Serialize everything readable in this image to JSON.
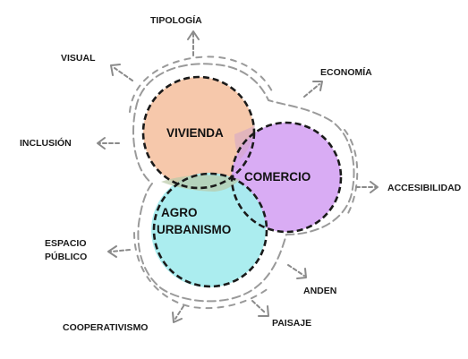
{
  "circles": [
    {
      "id": "vivienda",
      "label_lines": [
        "VIVIENDA"
      ],
      "color": "#f6c5a7"
    },
    {
      "id": "comercio",
      "label_lines": [
        "COMERCIO"
      ],
      "color": "#d7a8f3"
    },
    {
      "id": "agro",
      "label_lines": [
        "AGRO",
        "URBANISMO"
      ],
      "color": "#a7ecee"
    }
  ],
  "outer_labels": [
    {
      "id": "tipologia",
      "text": "TIPOLOGÍA"
    },
    {
      "id": "visual",
      "text": "VISUAL"
    },
    {
      "id": "economia",
      "text": "ECONOMÍA"
    },
    {
      "id": "inclusion",
      "text": "INCLUSIÓN"
    },
    {
      "id": "accesibilidad",
      "text": "ACCESIBILIDAD"
    },
    {
      "id": "espacio-publico",
      "text_lines": [
        "ESPACIO",
        "PÚBLICO"
      ]
    },
    {
      "id": "anden",
      "text": "ANDEN"
    },
    {
      "id": "paisaje",
      "text": "PAISAJE"
    },
    {
      "id": "cooperativismo",
      "text": "COOPERATIVISMO"
    }
  ],
  "colors": {
    "outline": "#1a1a1a",
    "dashed_outline": "#9a9a9a",
    "arrow": "#8a8a8a",
    "text": "#1a1a1a"
  }
}
